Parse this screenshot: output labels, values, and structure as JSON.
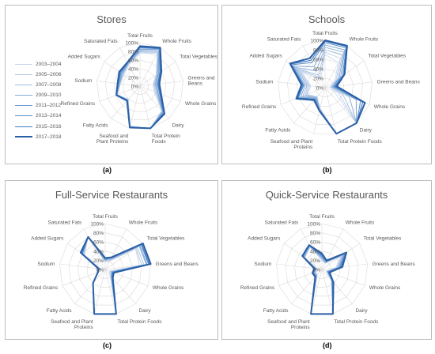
{
  "chart_data": [
    {
      "type": "radar",
      "panel": "(a)",
      "title": "Stores",
      "axes": [
        "Total Fruits",
        "Whole Fruits",
        "Total Vegetables",
        "Greens and Beans",
        "Whole Grains",
        "Dairy",
        "Total Protein Foods",
        "Seafood and Plant Proteins",
        "Fatty Acids",
        "Refined Grains",
        "Sodium",
        "Added Sugars",
        "Saturated Fats"
      ],
      "axis_display": [
        "Total Fruits",
        "Whole Fruits",
        "Total Vegetables",
        "Greens and\nBeans",
        "Whole Grains",
        "Dairy",
        "Total Protein\nFoods",
        "Seafood and\nPlant Proteins",
        "Fatty Acids",
        "Refined Grains",
        "Sodium",
        "Added Sugars",
        "Saturated Fats"
      ],
      "ticks": [
        "0%",
        "20%",
        "40%",
        "60%",
        "80%",
        "100%"
      ],
      "rmax": 100,
      "legend_placement": "left",
      "series": [
        {
          "name": "2003–2004",
          "values": [
            75,
            85,
            45,
            30,
            35,
            75,
            100,
            95,
            40,
            55,
            45,
            45,
            55
          ]
        },
        {
          "name": "2005–2006",
          "values": [
            78,
            87,
            46,
            31,
            37,
            76,
            100,
            95,
            41,
            56,
            46,
            47,
            57
          ]
        },
        {
          "name": "2007–2008",
          "values": [
            80,
            90,
            48,
            33,
            40,
            78,
            100,
            95,
            42,
            56,
            47,
            48,
            58
          ]
        },
        {
          "name": "2009–2010",
          "values": [
            82,
            92,
            50,
            35,
            43,
            78,
            100,
            96,
            42,
            57,
            48,
            50,
            59
          ]
        },
        {
          "name": "2011–2012",
          "values": [
            85,
            95,
            52,
            37,
            45,
            80,
            100,
            96,
            43,
            57,
            49,
            52,
            60
          ]
        },
        {
          "name": "2013–2014",
          "values": [
            88,
            97,
            55,
            40,
            48,
            82,
            100,
            97,
            44,
            58,
            50,
            54,
            61
          ]
        },
        {
          "name": "2015–2016",
          "values": [
            90,
            98,
            57,
            42,
            50,
            83,
            100,
            97,
            44,
            58,
            51,
            56,
            62
          ]
        },
        {
          "name": "2017–2018",
          "values": [
            92,
            100,
            60,
            45,
            52,
            85,
            100,
            98,
            45,
            58,
            52,
            58,
            62
          ]
        }
      ]
    },
    {
      "type": "radar",
      "panel": "(b)",
      "title": "Schools",
      "axes": [
        "Total Fruits",
        "Whole Fruits",
        "Total Vegetables",
        "Greens and Beans",
        "Whole Grains",
        "Dairy",
        "Total Protein Foods",
        "Seafood and Plant Proteins",
        "Fatty Acids",
        "Refined Grains",
        "Sodium",
        "Added Sugars",
        "Saturated Fats"
      ],
      "axis_display": [
        "Total Fruits",
        "Whole Fruits",
        "Total Vegetables",
        "Greens and Beans",
        "Whole Grains",
        "Dairy",
        "Total Protein Foods",
        "Seafood and Plant\nProteins",
        "Fatty Acids",
        "Refined Grains",
        "Sodium",
        "Added Sugars",
        "Saturated Fats"
      ],
      "ticks": [
        "0%",
        "20%",
        "40%",
        "60%",
        "80%",
        "100%"
      ],
      "rmax": 100,
      "series": [
        {
          "name": "2003–2004",
          "values": [
            70,
            60,
            25,
            10,
            20,
            100,
            100,
            45,
            25,
            40,
            30,
            60,
            20
          ]
        },
        {
          "name": "2005–2006",
          "values": [
            75,
            70,
            28,
            12,
            30,
            100,
            100,
            45,
            26,
            42,
            32,
            65,
            25
          ]
        },
        {
          "name": "2007–2008",
          "values": [
            80,
            78,
            32,
            14,
            40,
            100,
            100,
            46,
            27,
            45,
            35,
            70,
            30
          ]
        },
        {
          "name": "2009–2010",
          "values": [
            85,
            85,
            36,
            16,
            55,
            100,
            100,
            47,
            28,
            50,
            38,
            75,
            40
          ]
        },
        {
          "name": "2011–2012",
          "values": [
            90,
            90,
            40,
            18,
            70,
            100,
            100,
            48,
            30,
            55,
            42,
            80,
            50
          ]
        },
        {
          "name": "2013–2014",
          "values": [
            95,
            95,
            45,
            20,
            80,
            100,
            100,
            50,
            32,
            60,
            45,
            85,
            60
          ]
        },
        {
          "name": "2015–2016",
          "values": [
            98,
            98,
            48,
            22,
            85,
            100,
            100,
            50,
            33,
            62,
            47,
            88,
            65
          ]
        },
        {
          "name": "2017–2018",
          "values": [
            100,
            100,
            50,
            25,
            90,
            100,
            100,
            50,
            35,
            65,
            50,
            90,
            70
          ]
        }
      ]
    },
    {
      "type": "radar",
      "panel": "(c)",
      "title": "Full-Service Restaurants",
      "axes": [
        "Total Fruits",
        "Whole Fruits",
        "Total Vegetables",
        "Greens and Beans",
        "Whole Grains",
        "Dairy",
        "Total Protein Foods",
        "Seafood and Plant Proteins",
        "Fatty Acids",
        "Refined Grains",
        "Sodium",
        "Added Sugars",
        "Saturated Fats"
      ],
      "axis_display": [
        "Total Fruits",
        "Whole Fruits",
        "Total Vegetables",
        "Greens and Beans",
        "Whole Grains",
        "Dairy",
        "Total Protein Foods",
        "Seafood and Plant\nProteins",
        "Fatty Acids",
        "Refined Grains",
        "Sodium",
        "Added Sugars",
        "Saturated Fats"
      ],
      "ticks": [
        "0%",
        "20%",
        "40%",
        "60%",
        "80%",
        "100%"
      ],
      "rmax": 100,
      "series": [
        {
          "name": "2003–2004",
          "values": [
            15,
            20,
            80,
            75,
            10,
            15,
            100,
            100,
            40,
            15,
            10,
            55,
            80
          ]
        },
        {
          "name": "2005–2006",
          "values": [
            18,
            22,
            82,
            80,
            12,
            18,
            100,
            100,
            40,
            15,
            10,
            56,
            80
          ]
        },
        {
          "name": "2007–2008",
          "values": [
            20,
            25,
            85,
            85,
            14,
            20,
            100,
            100,
            40,
            15,
            12,
            58,
            80
          ]
        },
        {
          "name": "2009–2010",
          "values": [
            20,
            25,
            90,
            90,
            15,
            20,
            100,
            100,
            40,
            16,
            12,
            60,
            80
          ]
        },
        {
          "name": "2011–2012",
          "values": [
            22,
            28,
            92,
            92,
            16,
            22,
            100,
            100,
            40,
            16,
            13,
            60,
            80
          ]
        },
        {
          "name": "2013–2014",
          "values": [
            22,
            28,
            95,
            95,
            17,
            22,
            100,
            100,
            40,
            16,
            13,
            62,
            80
          ]
        },
        {
          "name": "2015–2016",
          "values": [
            24,
            30,
            97,
            97,
            18,
            24,
            100,
            100,
            40,
            17,
            14,
            62,
            80
          ]
        },
        {
          "name": "2017–2018",
          "values": [
            25,
            30,
            100,
            100,
            20,
            25,
            100,
            100,
            40,
            17,
            15,
            65,
            80
          ]
        }
      ]
    },
    {
      "type": "radar",
      "panel": "(d)",
      "title": "Quick-Service Restaurants",
      "axes": [
        "Total Fruits",
        "Whole Fruits",
        "Total Vegetables",
        "Greens and Beans",
        "Whole Grains",
        "Dairy",
        "Total Protein Foods",
        "Seafood and Plant Proteins",
        "Fatty Acids",
        "Refined Grains",
        "Sodium",
        "Added Sugars",
        "Saturated Fats"
      ],
      "axis_display": [
        "Total Fruits",
        "Whole Fruits",
        "Total Vegetables",
        "Greens and Beans",
        "Whole Grains",
        "Dairy",
        "Total Protein Foods",
        "Seafood and Plant\nProteins",
        "Fatty Acids",
        "Refined Grains",
        "Sodium",
        "Added Sugars",
        "Saturated Fats"
      ],
      "ticks": [
        "0%",
        "20%",
        "40%",
        "60%",
        "80%",
        "100%"
      ],
      "rmax": 100,
      "series": [
        {
          "name": "2003–2004",
          "values": [
            20,
            15,
            50,
            30,
            10,
            30,
            100,
            100,
            15,
            15,
            10,
            45,
            55
          ]
        },
        {
          "name": "2005–2006",
          "values": [
            22,
            16,
            52,
            32,
            11,
            31,
            100,
            100,
            16,
            16,
            11,
            46,
            56
          ]
        },
        {
          "name": "2007–2008",
          "values": [
            24,
            17,
            55,
            34,
            12,
            32,
            100,
            100,
            17,
            17,
            12,
            47,
            57
          ]
        },
        {
          "name": "2009–2010",
          "values": [
            26,
            18,
            58,
            36,
            13,
            33,
            100,
            100,
            18,
            18,
            13,
            48,
            58
          ]
        },
        {
          "name": "2011–2012",
          "values": [
            28,
            19,
            60,
            38,
            14,
            34,
            100,
            100,
            19,
            19,
            14,
            49,
            58
          ]
        },
        {
          "name": "2013–2014",
          "values": [
            30,
            20,
            62,
            40,
            15,
            35,
            100,
            100,
            20,
            20,
            15,
            50,
            59
          ]
        },
        {
          "name": "2015–2016",
          "values": [
            32,
            21,
            64,
            42,
            16,
            36,
            100,
            100,
            21,
            21,
            16,
            51,
            60
          ]
        },
        {
          "name": "2017–2018",
          "values": [
            35,
            22,
            65,
            45,
            18,
            38,
            100,
            100,
            22,
            22,
            17,
            52,
            60
          ]
        }
      ]
    }
  ],
  "series_colors": [
    "#c9d8ee",
    "#b3c9e7",
    "#9dbae0",
    "#86abd9",
    "#6f9cd1",
    "#588cc9",
    "#417cc1",
    "#2a5fa5"
  ],
  "series_widths": [
    0.8,
    0.8,
    0.8,
    0.9,
    0.9,
    1.0,
    1.2,
    2.0
  ]
}
